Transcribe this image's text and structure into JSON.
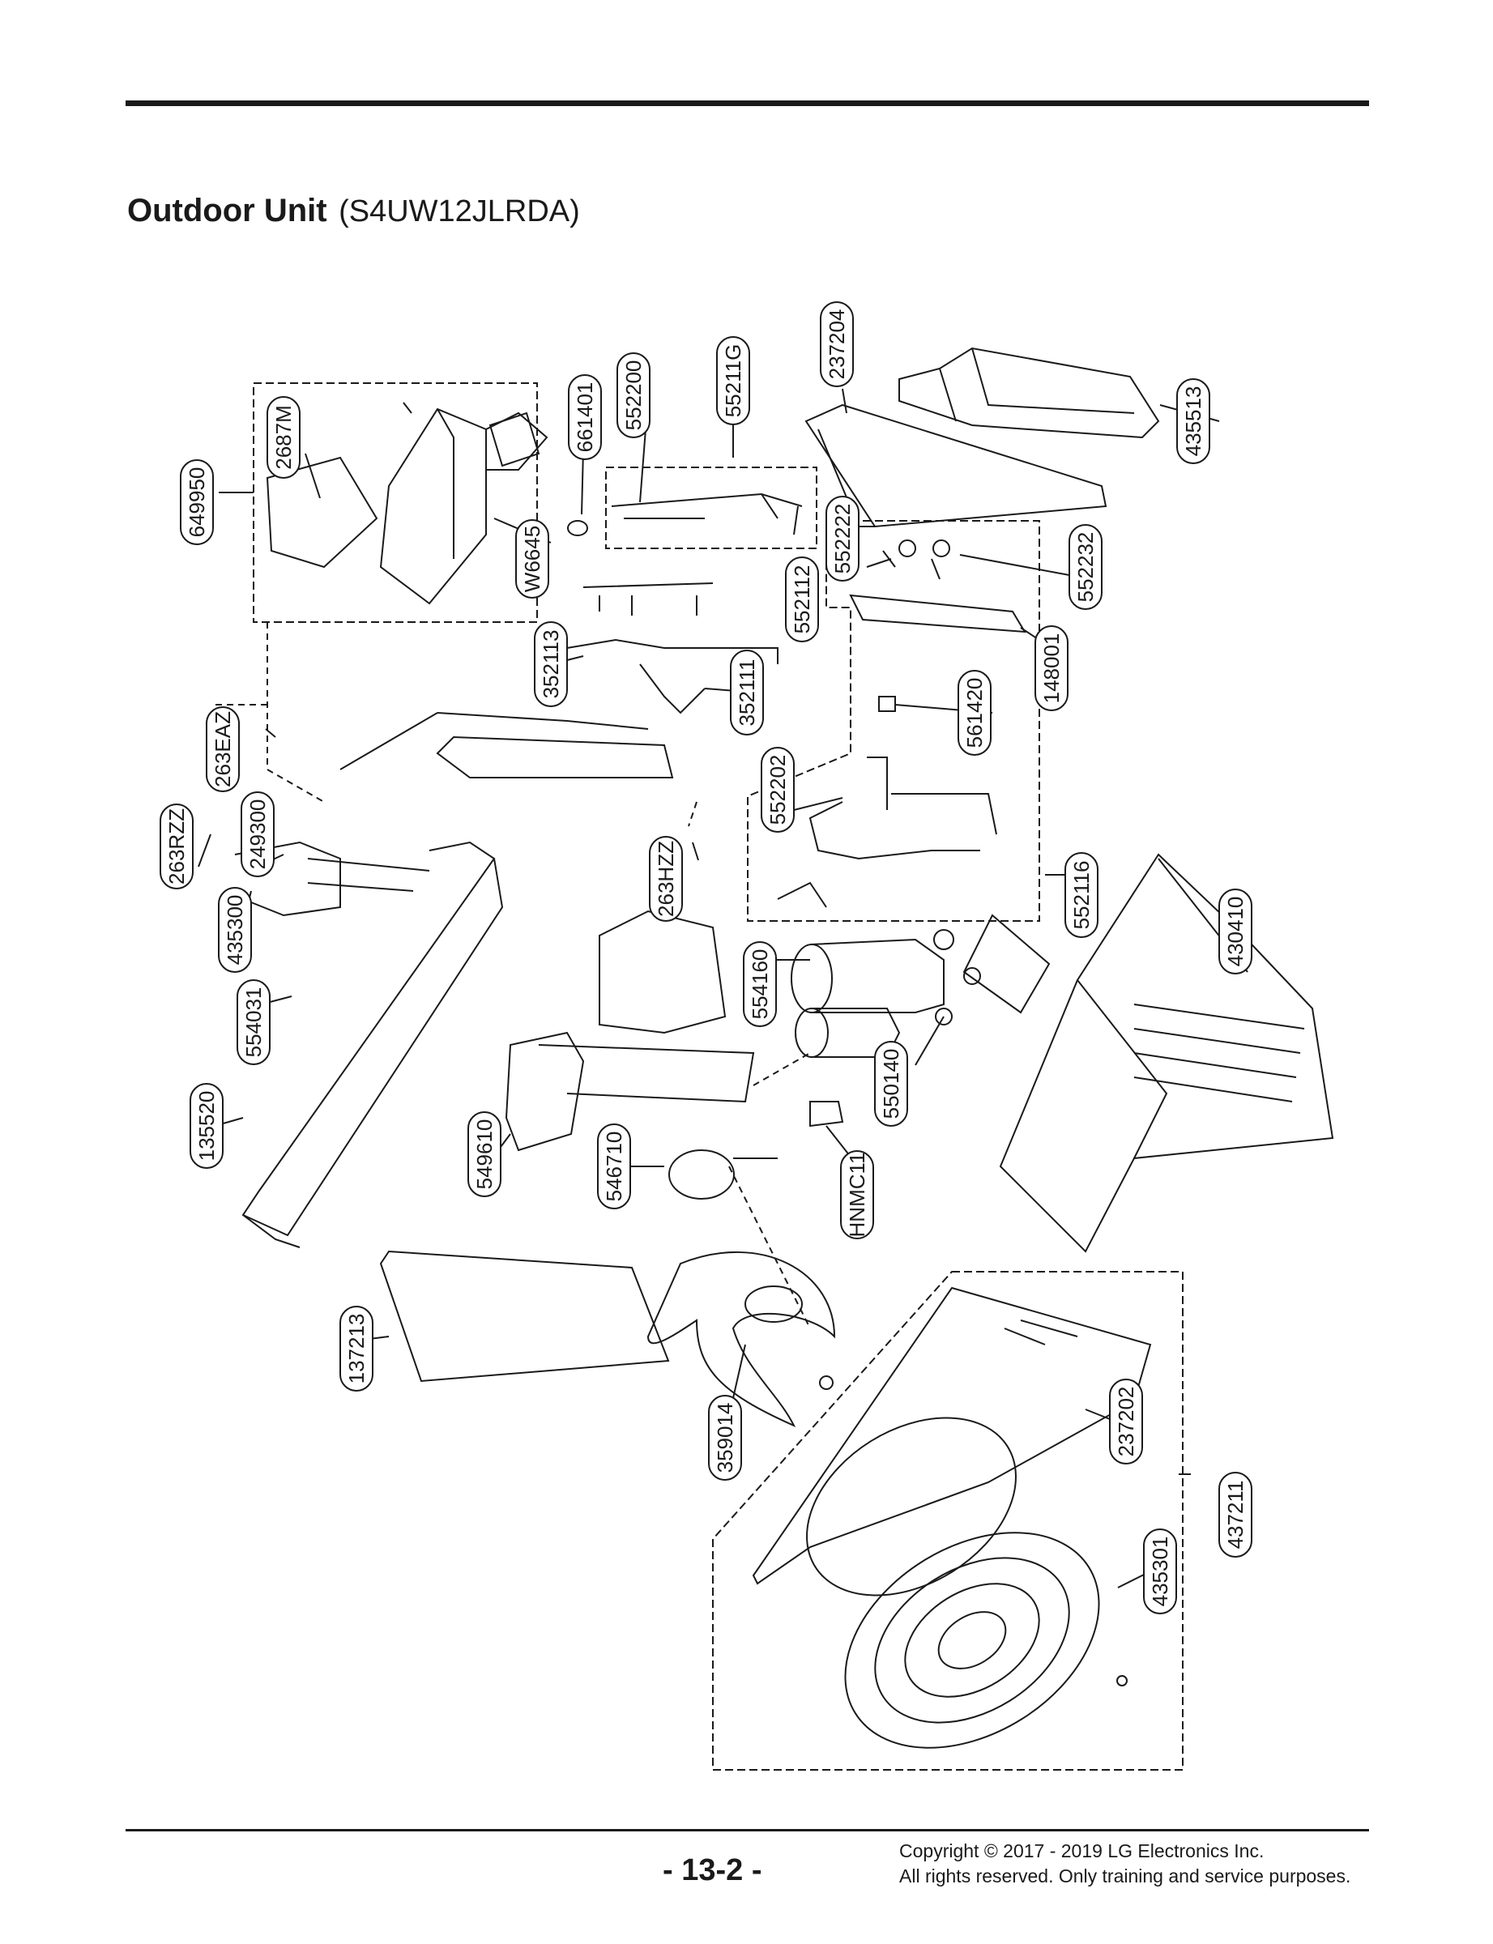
{
  "header": {
    "title": "Outdoor Unit",
    "model": "(S4UW12JLRDA)"
  },
  "diagram": {
    "part_labels": [
      "2687M",
      "649950",
      "661401",
      "552200",
      "55211G",
      "237204",
      "435513",
      "W6645",
      "552222",
      "552232",
      "552112",
      "148001",
      "352113",
      "352111",
      "561420",
      "263EAZ",
      "263RZZ",
      "249300",
      "552202",
      "263HZZ",
      "552116",
      "435300",
      "430410",
      "554160",
      "554031",
      "550140",
      "135520",
      "549610",
      "546710",
      "HNMC11",
      "137213",
      "359014",
      "237202",
      "437211",
      "435301"
    ]
  },
  "footer": {
    "page_number": "- 13-2 -",
    "copyright_line1": "Copyright © 2017 - 2019 LG Electronics Inc.",
    "copyright_line2": "All rights reserved. Only training and service purposes."
  }
}
